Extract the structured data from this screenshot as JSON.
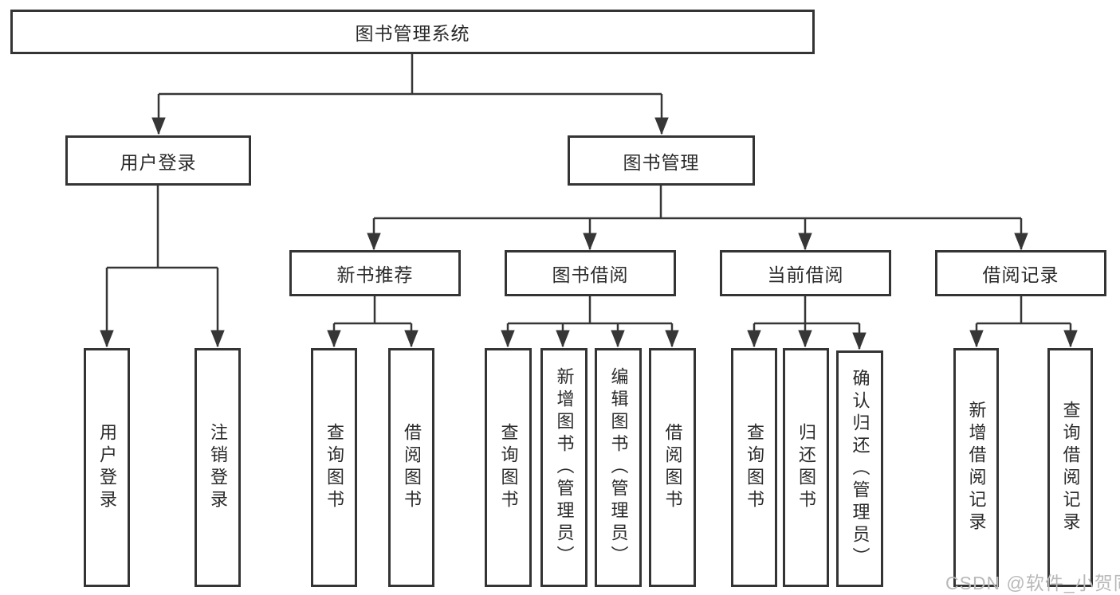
{
  "diagram": {
    "root": {
      "label": "图书管理系统"
    },
    "branches": [
      {
        "label": "用户登录",
        "children": [
          {
            "label": "用户登录"
          },
          {
            "label": "注销登录"
          }
        ]
      },
      {
        "label": "图书管理",
        "children": [
          {
            "label": "新书推荐",
            "children": [
              {
                "label": "查询图书"
              },
              {
                "label": "借阅图书"
              }
            ]
          },
          {
            "label": "图书借阅",
            "children": [
              {
                "label": "查询图书"
              },
              {
                "label": "新增图书（管理员）"
              },
              {
                "label": "编辑图书（管理员）"
              },
              {
                "label": "借阅图书"
              }
            ]
          },
          {
            "label": "当前借阅",
            "children": [
              {
                "label": "查询图书"
              },
              {
                "label": "归还图书"
              },
              {
                "label": "确认归还（管理员）"
              }
            ]
          },
          {
            "label": "借阅记录",
            "children": [
              {
                "label": "新增借阅记录"
              },
              {
                "label": "查询借阅记录"
              }
            ]
          }
        ]
      }
    ]
  },
  "watermark": {
    "text": "CSDN @软件_小贺同学"
  },
  "colors": {
    "line": "#363636",
    "box_border": "#343434",
    "text": "#2a2a2a",
    "watermark": "#b9b9b9",
    "background": "#ffffff"
  }
}
